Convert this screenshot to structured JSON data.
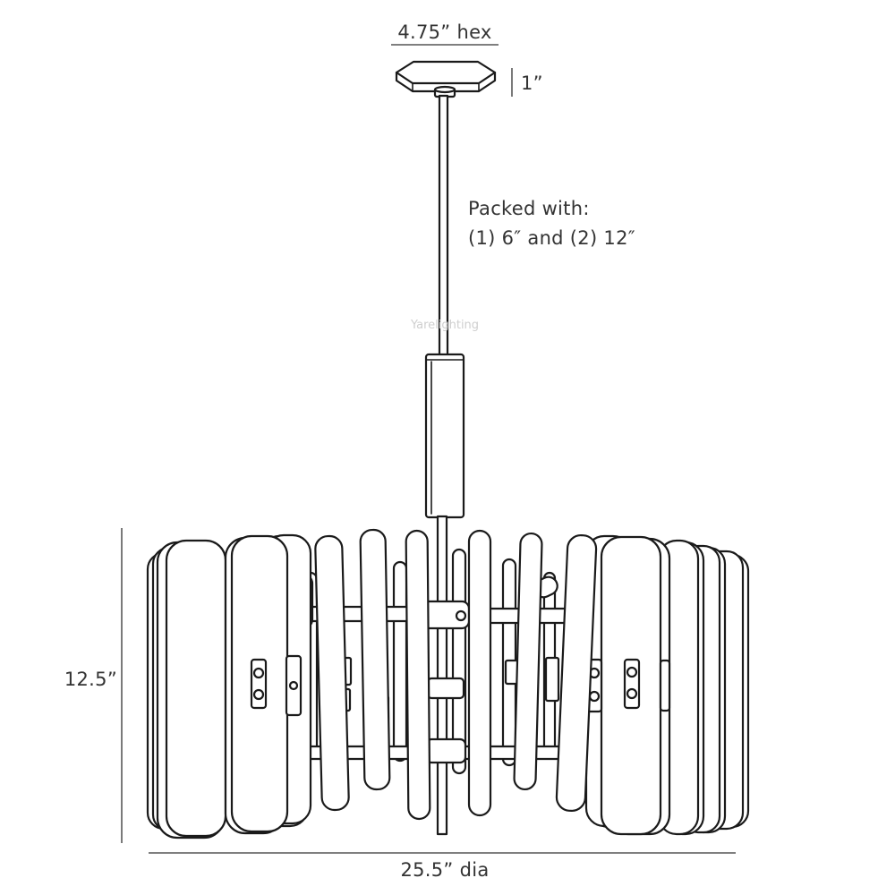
{
  "canopy_dimension": {
    "width_label": "4.75” hex",
    "height_label": "1”"
  },
  "packing_note": {
    "heading": "Packed with:",
    "contents": "(1) 6″ and (2) 12″"
  },
  "fixture_dimension": {
    "height_label": "12.5”",
    "diameter_label": "25.5” dia"
  },
  "watermark": "Yarelighting",
  "colors": {
    "line": "#1a1a1a",
    "text": "#333333",
    "background": "#ffffff"
  }
}
